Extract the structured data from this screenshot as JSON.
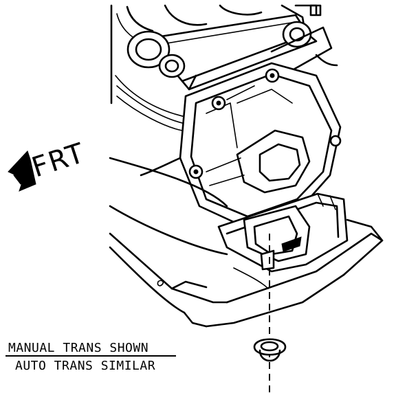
{
  "front_label": "FRT",
  "caption": {
    "line1": "MANUAL TRANS SHOWN",
    "line2": "AUTO TRANS SIMILAR"
  },
  "colors": {
    "ink": "#000000",
    "paper": "#ffffff"
  },
  "icons": {
    "front_arrow": "front-direction-arrow-icon"
  }
}
